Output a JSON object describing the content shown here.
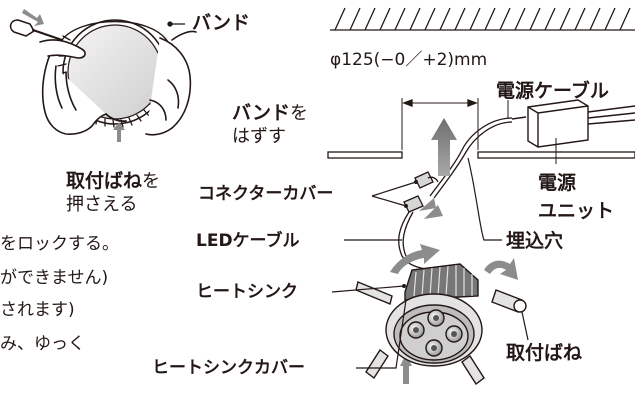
{
  "labels": {
    "band": "バンド",
    "remove_band_bold": "バンド",
    "remove_band_suffix": "を",
    "remove_band_line2": "はずす",
    "press_spring_bold": "取付ばね",
    "press_spring_suffix": "を",
    "press_spring_line2": "押さえる",
    "dimension": "φ125(−0／+2)mm",
    "power_cable": "電源ケーブル",
    "power_unit_line1": "電源",
    "power_unit_line2": "ユニット",
    "connector_cover": "コネクターカバー",
    "led_cable": "LEDケーブル",
    "heat_sink": "ヒートシンク",
    "heat_sink_cover": "ヒートシンクカバー",
    "embed_hole": "埋込穴",
    "mounting_spring": "取付ばね"
  },
  "body_text": {
    "line1": "をロックする。",
    "line2": "ができません)",
    "line3": "されます)",
    "line4": "み、ゆっく"
  },
  "colors": {
    "arrow": "#8c8c8c",
    "line": "#231815",
    "fixture_light": "#e3e3e3",
    "fixture_mid": "#bdbdbd",
    "fixture_dark": "#555555"
  }
}
